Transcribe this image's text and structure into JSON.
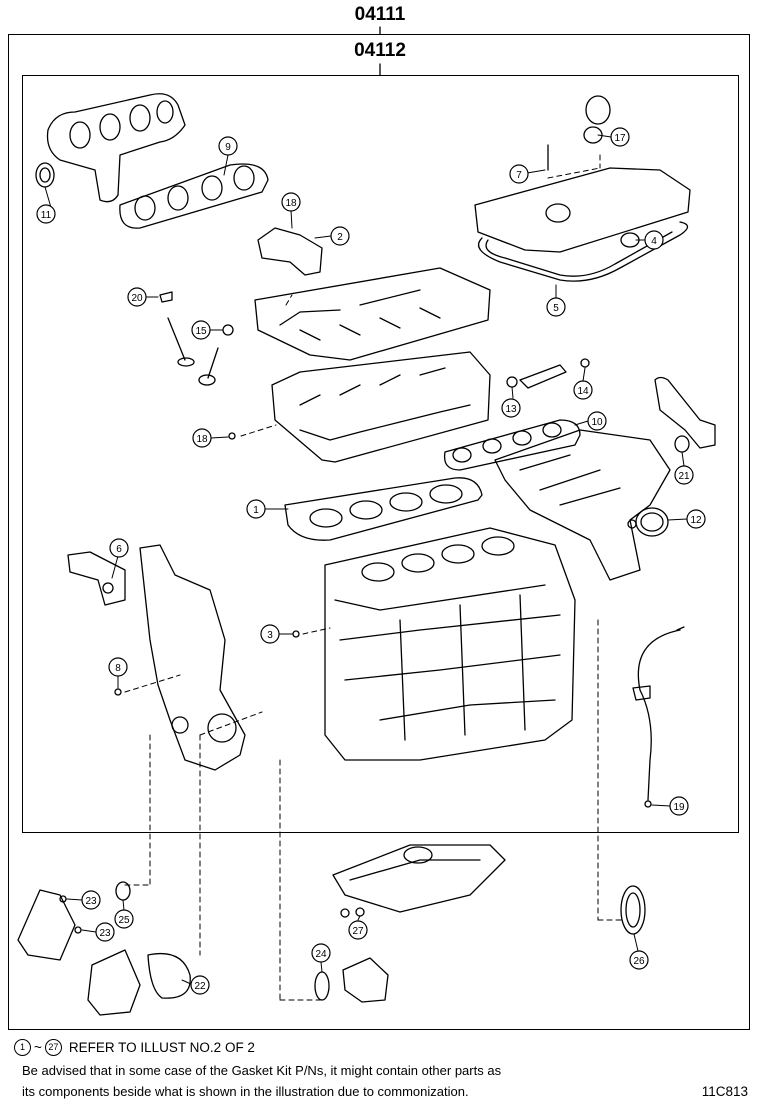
{
  "header": {
    "outer_code": "04111",
    "inner_code": "04112"
  },
  "callouts": [
    {
      "id": "c1",
      "label": "1"
    },
    {
      "id": "c2",
      "label": "2"
    },
    {
      "id": "c3",
      "label": "3"
    },
    {
      "id": "c4",
      "label": "4"
    },
    {
      "id": "c5",
      "label": "5"
    },
    {
      "id": "c6",
      "label": "6"
    },
    {
      "id": "c7",
      "label": "7"
    },
    {
      "id": "c8",
      "label": "8"
    },
    {
      "id": "c9",
      "label": "9"
    },
    {
      "id": "c10",
      "label": "10"
    },
    {
      "id": "c11",
      "label": "11"
    },
    {
      "id": "c12",
      "label": "12"
    },
    {
      "id": "c13",
      "label": "13"
    },
    {
      "id": "c14",
      "label": "14"
    },
    {
      "id": "c15",
      "label": "15"
    },
    {
      "id": "c17",
      "label": "17"
    },
    {
      "id": "c18a",
      "label": "18"
    },
    {
      "id": "c18b",
      "label": "18"
    },
    {
      "id": "c19",
      "label": "19"
    },
    {
      "id": "c20",
      "label": "20"
    },
    {
      "id": "c21",
      "label": "21"
    },
    {
      "id": "c22",
      "label": "22"
    },
    {
      "id": "c23a",
      "label": "23"
    },
    {
      "id": "c23b",
      "label": "23"
    },
    {
      "id": "c24",
      "label": "24"
    },
    {
      "id": "c25",
      "label": "25"
    },
    {
      "id": "c26",
      "label": "26"
    },
    {
      "id": "c27",
      "label": "27"
    }
  ],
  "footer": {
    "ref_start": "1",
    "ref_tilde": "~",
    "ref_end": "27",
    "ref_text": "REFER TO ILLUST NO.2 OF 2",
    "note_line1": "Be advised that in some case of the Gasket Kit P/Ns,  it might contain other parts as",
    "note_line2": "its components beside what is shown in the illustration due to commonization.",
    "figure_id": "11C813"
  }
}
